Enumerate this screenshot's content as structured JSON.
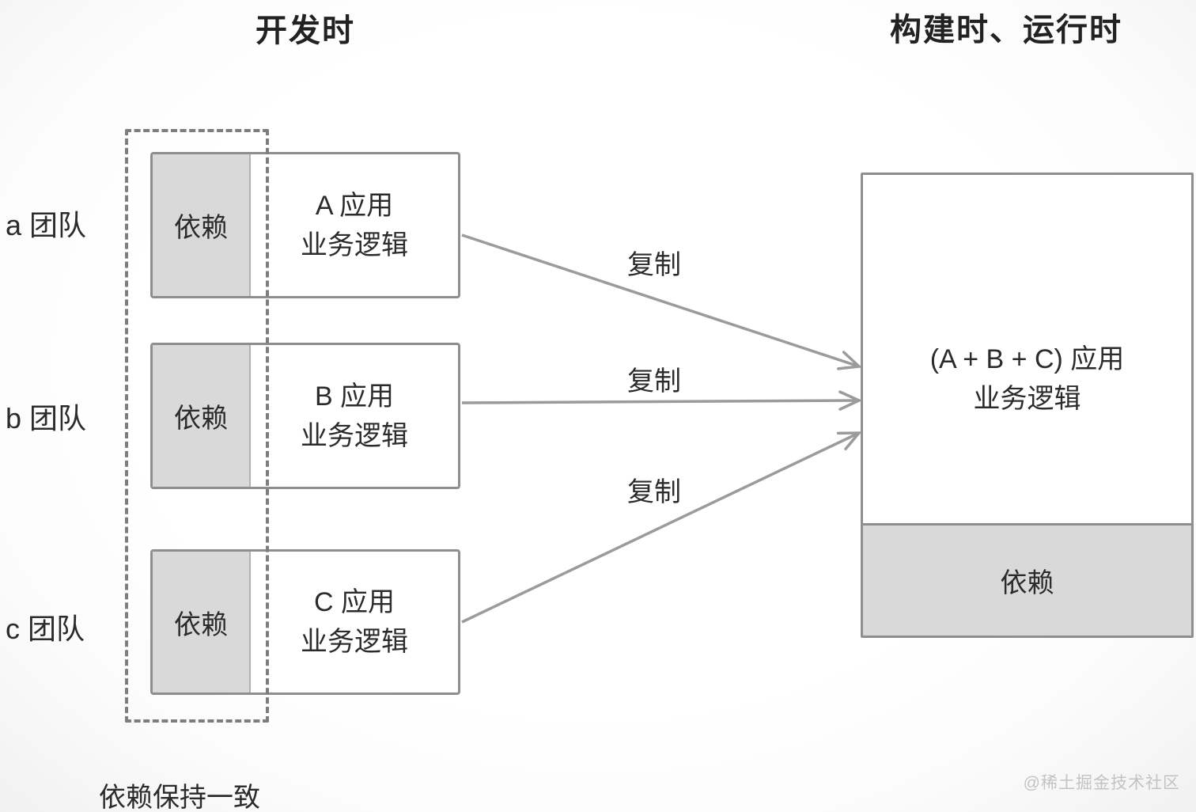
{
  "page": {
    "title_left": "开发时",
    "title_right": "构建时、运行时",
    "caption": "依赖保持一致",
    "watermark": "@稀土掘金技术社区"
  },
  "teams": [
    {
      "label": "a 团队",
      "dep": "依赖",
      "app_line1": "A 应用",
      "app_line2": "业务逻辑"
    },
    {
      "label": "b 团队",
      "dep": "依赖",
      "app_line1": "B 应用",
      "app_line2": "业务逻辑"
    },
    {
      "label": "c 团队",
      "dep": "依赖",
      "app_line1": "C 应用",
      "app_line2": "业务逻辑"
    }
  ],
  "copy_labels": [
    "复制",
    "复制",
    "复制"
  ],
  "merged_box": {
    "line1": "(A + B + C) 应用",
    "line2": "业务逻辑",
    "dep": "依赖"
  },
  "colors": {
    "box_border": "#8e8e8e",
    "dependency_fill": "#d9d9d9",
    "arrow": "#9b9b9b",
    "dashed_outline": "#7d7d7d",
    "text": "#2b2b2b",
    "watermark": "#c3c3c3"
  }
}
